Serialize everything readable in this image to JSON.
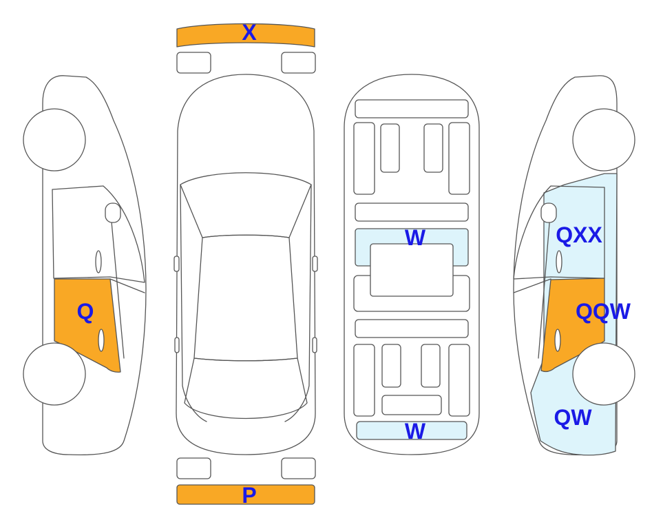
{
  "colors": {
    "damage_orange": "#F9A825",
    "damage_blue": "#DDF4FB",
    "label_color": "#1a1ae6",
    "outline": "#555555"
  },
  "labels": {
    "front_bumper": "X",
    "rear_bumper": "P",
    "left_rear_door": "Q",
    "underbody_front": "W",
    "underbody_rear": "W",
    "right_front_upper": "QXX",
    "right_front_door": "QQW",
    "right_front_fender": "QW"
  }
}
